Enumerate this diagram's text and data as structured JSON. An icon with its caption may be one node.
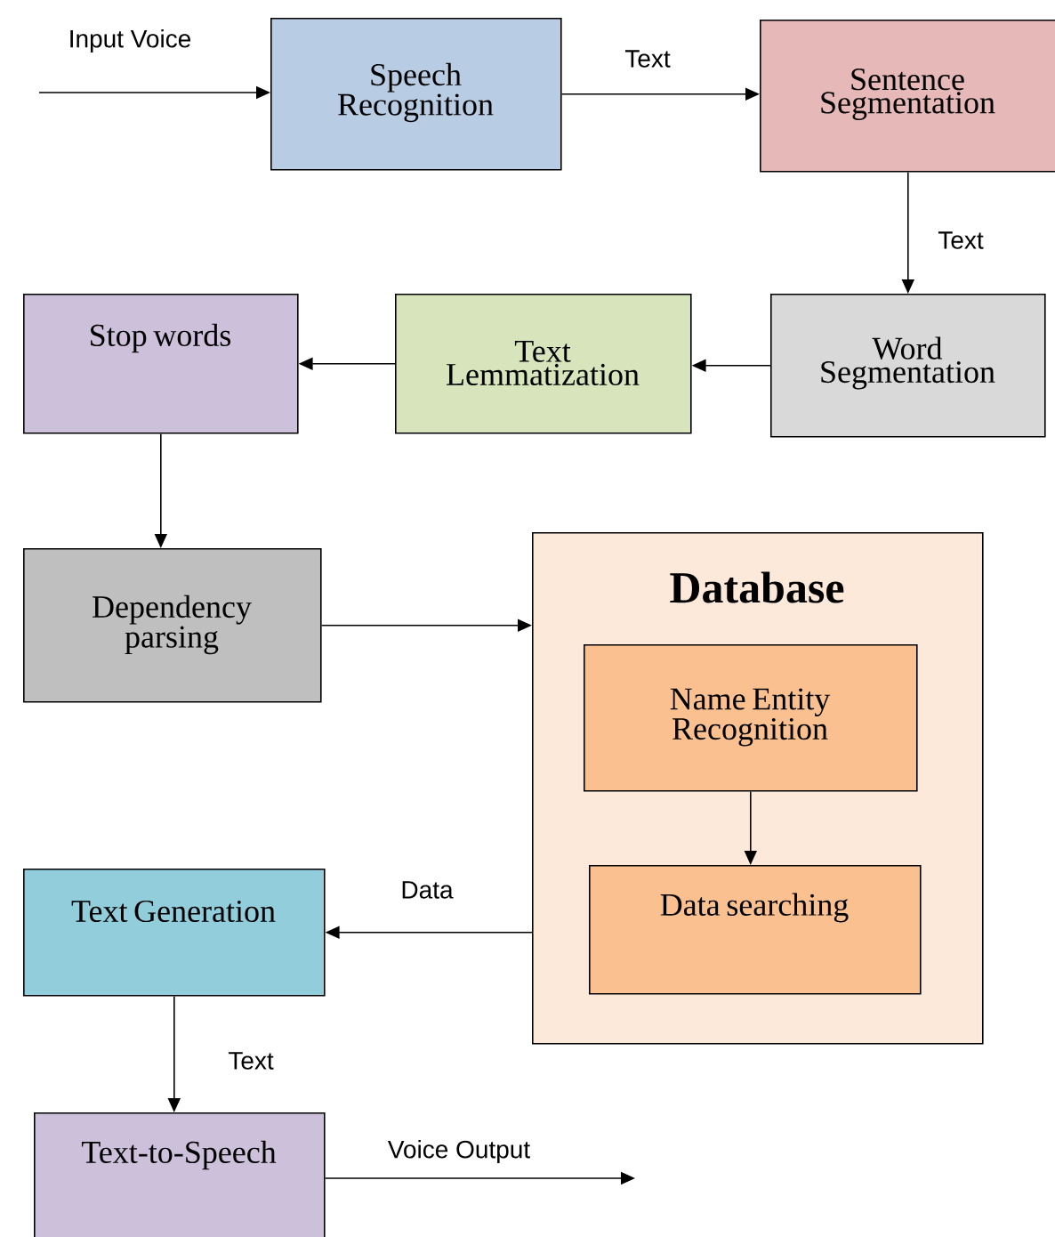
{
  "diagram": {
    "nodes": [
      {
        "text": [
          "Speech Recognition"
        ]
      },
      {
        "text": [
          "Sentence Segmentation"
        ]
      },
      {
        "text": [
          "Word Segmentation"
        ]
      },
      {
        "text": [
          "Text Lemmatization"
        ]
      },
      {
        "text": [
          "Stop words"
        ]
      },
      {
        "text": [
          "Dependency parsing"
        ]
      },
      {
        "text": [
          "Database"
        ]
      },
      {
        "text": [
          "Name Entity Recognition"
        ],
        "in": 6
      },
      {
        "text": [
          "Data searching"
        ],
        "in": 6
      },
      {
        "text": [
          "Text Generation"
        ]
      },
      {
        "text": [
          "Text-to-Speech"
        ]
      }
    ],
    "edges": [
      {
        "from": null,
        "to": 0,
        "arrow": "to",
        "label": "Input Voice"
      },
      {
        "from": 0,
        "to": 1,
        "arrow": "to",
        "label": "Text"
      },
      {
        "from": 1,
        "to": 2,
        "arrow": "to",
        "label": "Text"
      },
      {
        "from": 2,
        "to": 3,
        "arrow": "to"
      },
      {
        "from": 3,
        "to": 4,
        "arrow": "to"
      },
      {
        "from": 4,
        "to": 5,
        "arrow": "to"
      },
      {
        "from": 5,
        "to": 6,
        "arrow": "to"
      },
      {
        "from": 7,
        "to": 8,
        "arrow": "to"
      },
      {
        "from": 6,
        "to": 9,
        "arrow": "to",
        "label": "Data"
      },
      {
        "from": 9,
        "to": 10,
        "arrow": "to",
        "label": "Text"
      },
      {
        "from": 10,
        "to": null,
        "arrow": "to",
        "label": "Voice Output"
      }
    ]
  }
}
